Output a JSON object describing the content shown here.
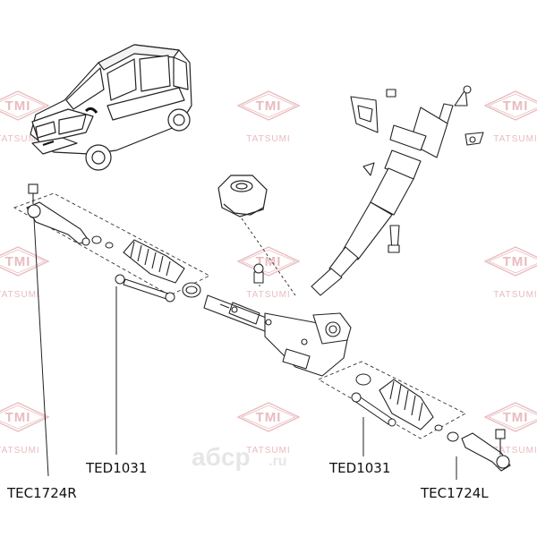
{
  "watermark": {
    "brand_short": "TMI",
    "brand_name": "TATSUMI",
    "site": "aбcp",
    "site_tld": ".ru",
    "color": "#e8b8bc"
  },
  "labels": {
    "tie_rod_end_right": "TEC1724R",
    "rack_end_left": "TED1031",
    "rack_end_right": "TED1031",
    "tie_rod_end_left": "TEC1724L"
  }
}
